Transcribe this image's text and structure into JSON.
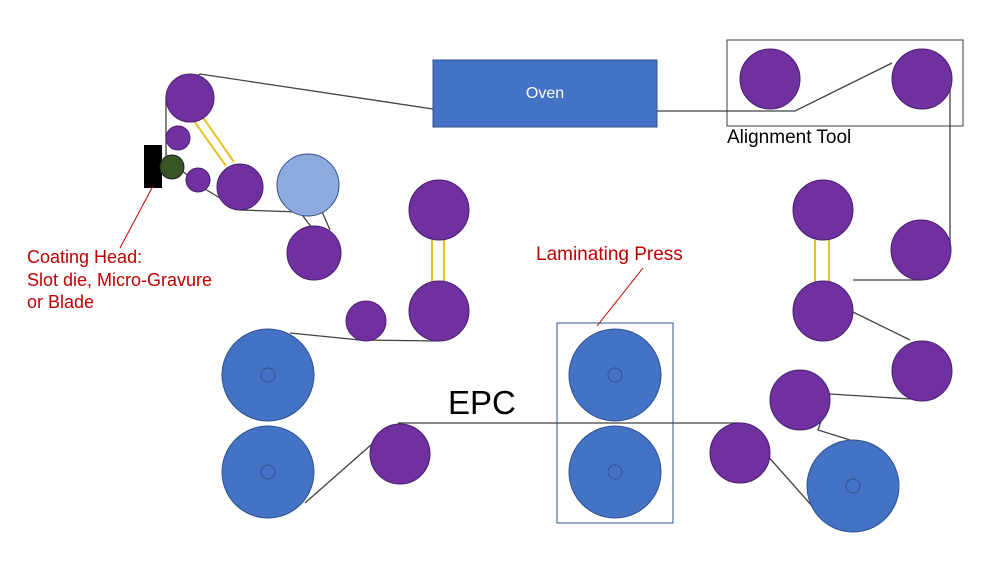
{
  "labels": {
    "oven": "Oven",
    "alignment_tool": "Alignment Tool",
    "coating_head": "Coating Head:\nSlot die, Micro-Gravure\nor Blade",
    "laminating_press": "Laminating Press",
    "epc": "EPC"
  },
  "colors": {
    "idler_roller": "#7030a0",
    "reel": "#4472c4",
    "chill_roller": "#8faadc",
    "oven": "#4472c4",
    "applicator_roll": "#375623",
    "coating_head": "#000000",
    "tension_link": "#e6c220",
    "web": "#404040",
    "callout": "#c00000"
  }
}
